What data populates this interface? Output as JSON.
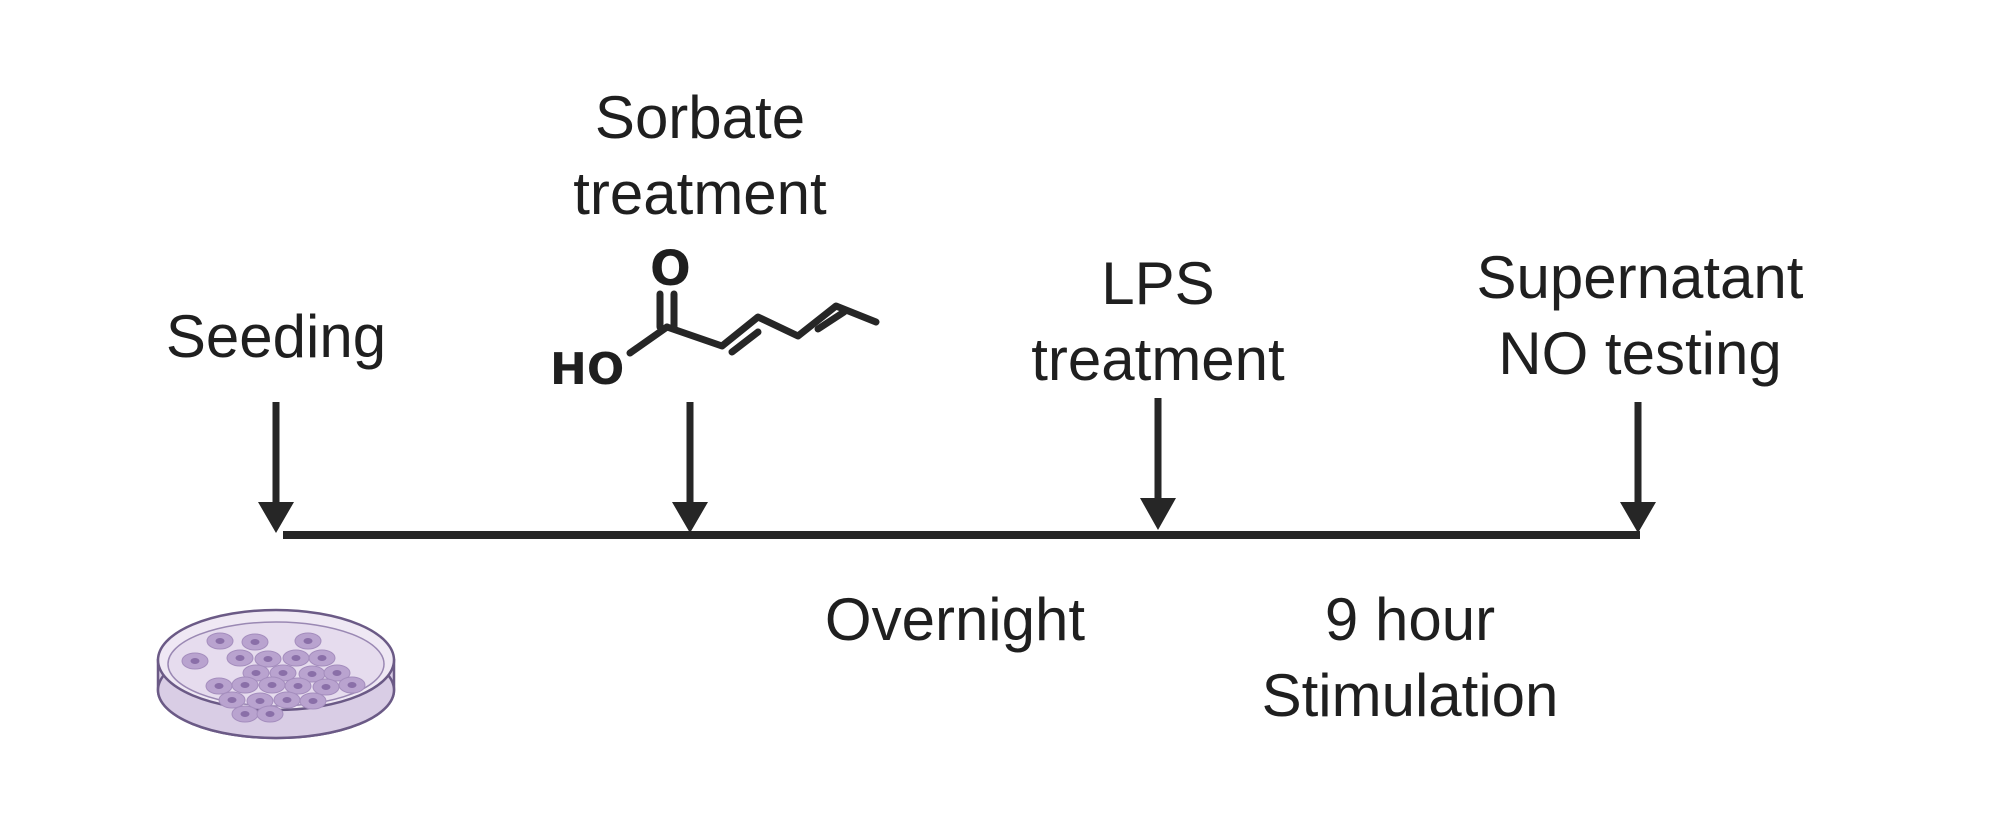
{
  "events": [
    {
      "id": "seeding",
      "lines": [
        "Seeding"
      ]
    },
    {
      "id": "sorbate",
      "lines": [
        "Sorbate",
        "treatment"
      ]
    },
    {
      "id": "lps",
      "lines": [
        "LPS",
        "treatment"
      ]
    },
    {
      "id": "supernatant",
      "lines": [
        "Supernatant",
        "NO testing"
      ]
    }
  ],
  "intervals": [
    {
      "id": "overnight",
      "lines": [
        "Overnight"
      ]
    },
    {
      "id": "stimulation",
      "lines": [
        "9 hour",
        "Stimulation"
      ]
    }
  ],
  "molecule": {
    "name": "sorbic acid",
    "atom_o": "O",
    "atom_ho": "HO"
  },
  "colors": {
    "line": "#262626",
    "text": "#1f1f1f",
    "dish_outline": "#6b5a86",
    "dish_fill": "#e8e0ef",
    "cell_fill": "#b9a3cf",
    "cell_nucleus": "#8a6fa8"
  },
  "icons": {
    "dish": "petri-dish-with-cells-icon",
    "molecule": "sorbate-structure-icon"
  }
}
